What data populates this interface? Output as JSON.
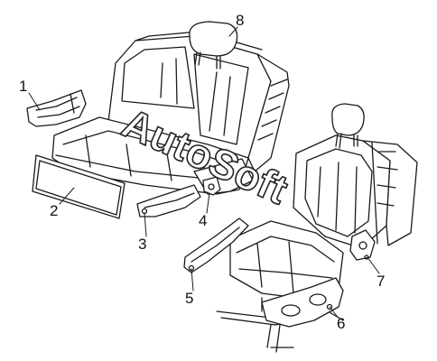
{
  "diagram": {
    "callouts": [
      "1",
      "2",
      "3",
      "4",
      "5",
      "6",
      "7",
      "8"
    ]
  },
  "watermark": {
    "text": "AutoSoft"
  },
  "colors": {
    "line": "#1a1a1a",
    "background": "#ffffff"
  }
}
